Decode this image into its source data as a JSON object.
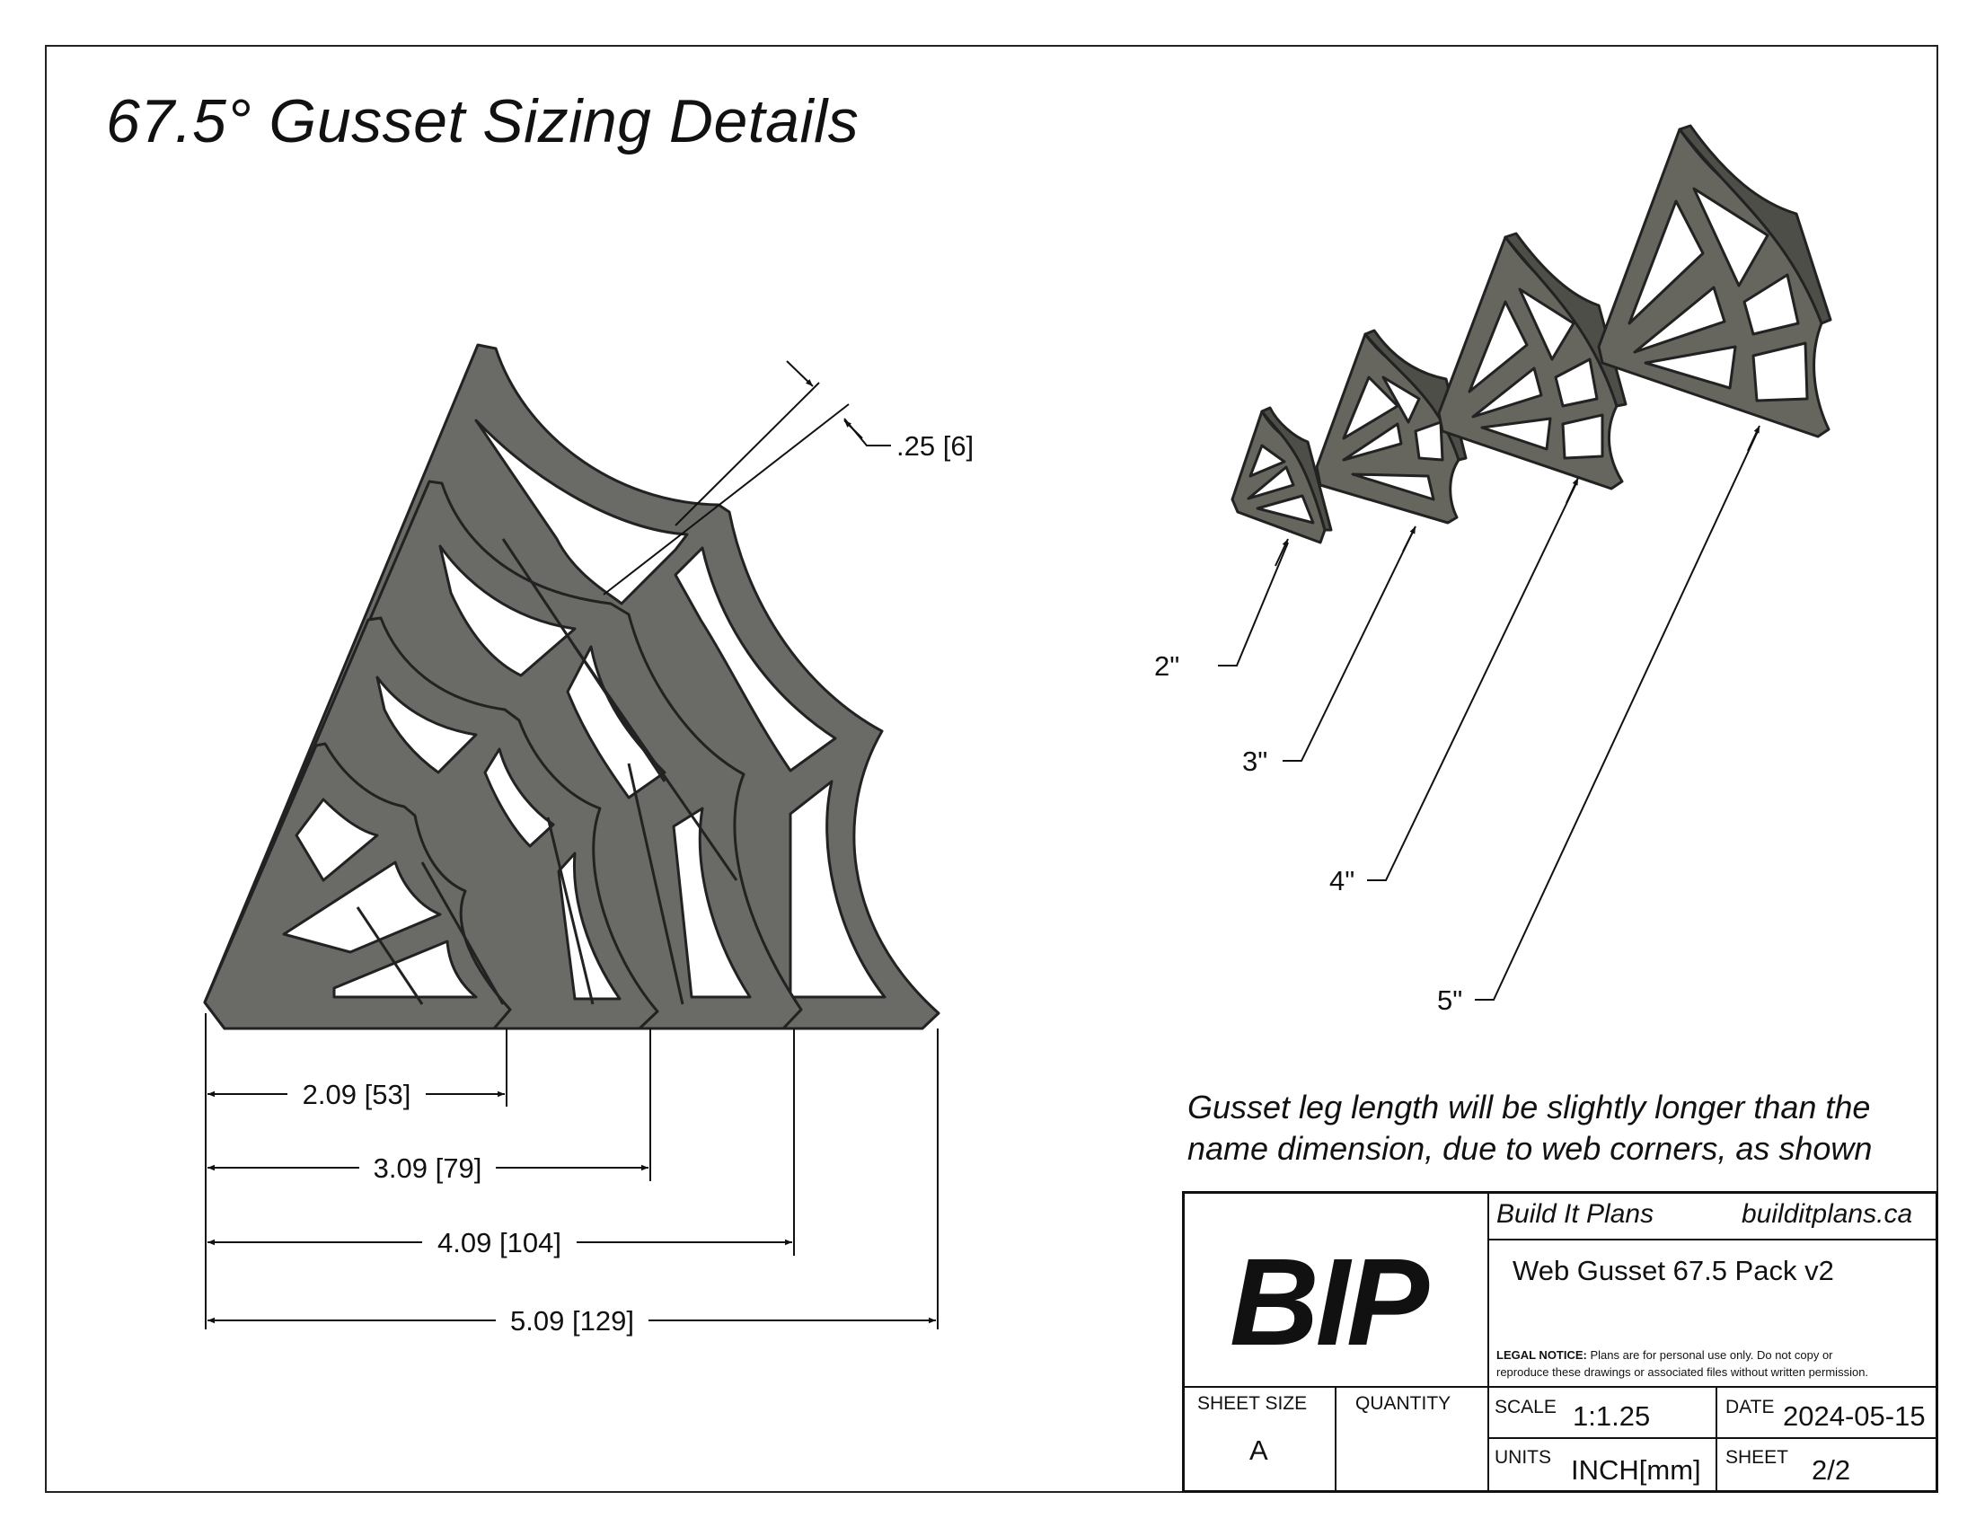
{
  "title": "67.5° Gusset Sizing Details",
  "thickness_dim": ".25 [6]",
  "leg_dims": [
    "2.09 [53]",
    "3.09 [79]",
    "4.09 [104]",
    "5.09 [129]"
  ],
  "size_callouts": [
    "2\"",
    "3\"",
    "4\"",
    "5\""
  ],
  "note_line1": "Gusset leg length will be slightly longer than the",
  "note_line2": "name dimension, due to web corners, as shown",
  "title_block": {
    "company": "Build It Plans",
    "website": "builditplans.ca",
    "logo": "BIP",
    "drawing_name": "Web Gusset 67.5 Pack v2",
    "legal_label": "LEGAL NOTICE:",
    "legal_text_1": " Plans are for personal use only. Do not copy or",
    "legal_text_2": "reproduce these drawings or associated files without written permission.",
    "sheet_size_label": "SHEET SIZE",
    "sheet_size": "A",
    "quantity_label": "QUANTITY",
    "scale_label": "SCALE",
    "scale": "1:1.25",
    "date_label": "DATE",
    "date": "2024-05-15",
    "units_label": "UNITS",
    "units": "INCH[mm]",
    "sheet_label": "SHEET",
    "sheet": "2/2"
  },
  "colors": {
    "part_fill": "#6a6a66",
    "part_edge": "#222222",
    "line": "#111111"
  }
}
